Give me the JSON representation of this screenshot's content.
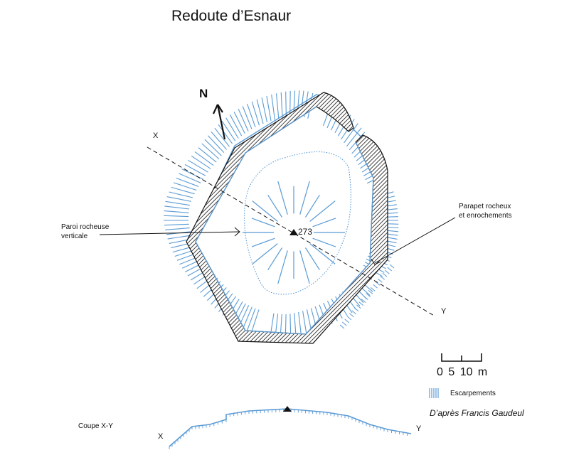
{
  "title": "Redoute d’Esnaur",
  "north_label": "N",
  "section_points": {
    "start": "X",
    "end": "Y"
  },
  "annotations": {
    "paroi_line1": "Paroi rocheuse",
    "paroi_line2": "verticale",
    "parapet_line1": "Parapet rocheux",
    "parapet_line2": "et enrochements"
  },
  "elevation": "273",
  "scale": {
    "label": "0  5  10 m"
  },
  "legend": {
    "escarpements": "Escarpements"
  },
  "credit": "D’après Francis Gaudeul",
  "section": {
    "title": "Coupe X-Y",
    "x_label": "X",
    "y_label": "Y"
  },
  "colors": {
    "escarpment": "#5b9bd5",
    "ink": "#111111",
    "background": "#ffffff"
  }
}
